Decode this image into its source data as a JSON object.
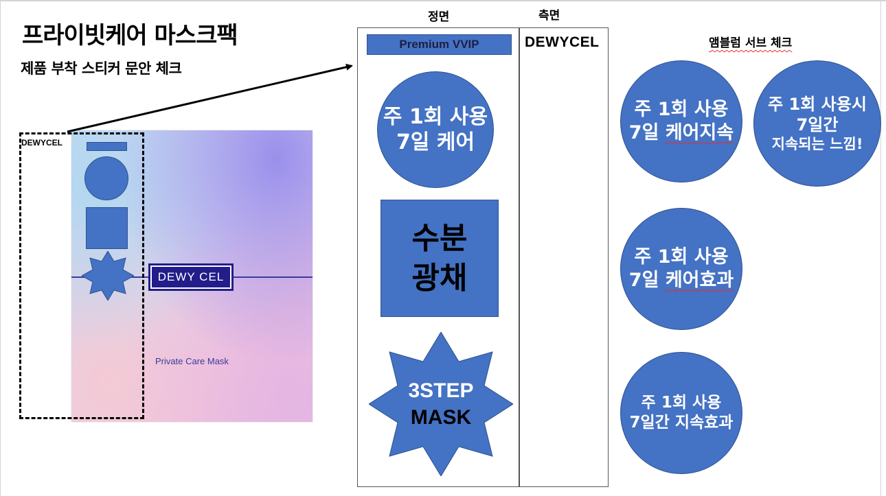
{
  "slide": {
    "title": "프라이빗케어 마스크팩",
    "subtitle": "제품 부착 스티커 문안 체크"
  },
  "product_box": {
    "sticker_label": "DEWYCEL",
    "logo_text": "DEWY CEL",
    "tagline": "Private Care Mask"
  },
  "front": {
    "header": "정면",
    "badge": "Premium VVIP",
    "circle_line1": "주 1회 사용",
    "circle_line2": "7일 케어",
    "square_line1": "수분",
    "square_line2": "광채",
    "star_line1": "3STEP",
    "star_line2": "MASK"
  },
  "side": {
    "header": "측면",
    "brand": "DEWYCEL"
  },
  "assembly": {
    "header": "앰블럼 서브 체크",
    "option1_line1": "주 1회 사용",
    "option1_line2a": "7일 ",
    "option1_line2b": "케어지속",
    "option2_line1": "주 1회 사용시",
    "option2_line2": "7일간",
    "option2_line3": "지속되는 느낌!",
    "option3_line1": "주 1회 사용",
    "option3_line2a": "7일 ",
    "option3_line2b": "케어효과",
    "option4_line1": "주 1회 사용",
    "option4_line2": "7일간 지속효과"
  },
  "colors": {
    "emblem_blue": "#4472c4",
    "emblem_border": "#2f528f",
    "logo_navy": "#221d8a"
  }
}
